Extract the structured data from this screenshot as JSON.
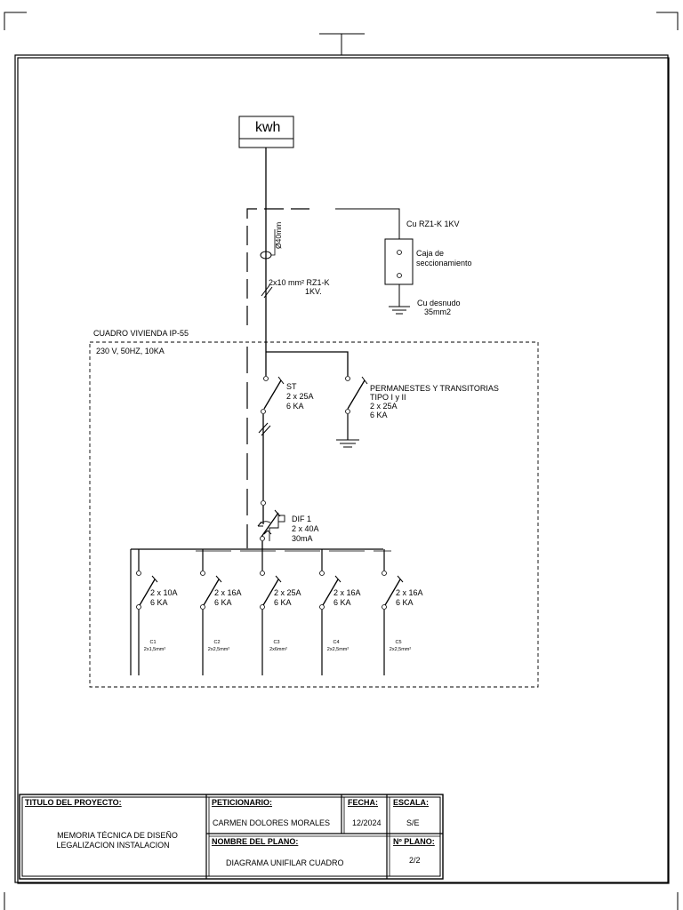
{
  "meter": {
    "label": "kwh"
  },
  "supply": {
    "conduit": "Ø40mm",
    "cable_line1": "2x10 mm²  RZ1-K",
    "cable_line2": "1KV."
  },
  "grounding": {
    "cable": "Cu RZ1-K 1KV",
    "box_line1": "Caja de",
    "box_line2": "seccionamiento",
    "earth_line1": "Cu  desnudo",
    "earth_line2": "35mm2"
  },
  "panel": {
    "title": "CUADRO VIVIENDA  IP-55",
    "spec": "230 V, 50HZ, 10KA"
  },
  "main_switch": {
    "name": "ST",
    "rating": "2 x 25A",
    "breaking": "6 KA"
  },
  "surge": {
    "line1": "PERMANESTES Y TRANSITORIAS",
    "line2": "TIPO I y II",
    "line3": "2 x 25A",
    "line4": "6 KA"
  },
  "differential": {
    "name": "DIF 1",
    "rating": "2 x 40A",
    "sensitivity": "30mA"
  },
  "circuits": [
    {
      "rating": "2 x 10A",
      "breaking": "6 KA",
      "id": "C1",
      "section": "2x1,5mm²"
    },
    {
      "rating": "2 x 16A",
      "breaking": "6 KA",
      "id": "C2",
      "section": "2x2,5mm²"
    },
    {
      "rating": "2 x 25A",
      "breaking": "6 KA",
      "id": "C3",
      "section": "2x6mm²"
    },
    {
      "rating": "2 x 16A",
      "breaking": "6 KA",
      "id": "C4",
      "section": "2x2,5mm²"
    },
    {
      "rating": "2 x 16A",
      "breaking": "6 KA",
      "id": "C5",
      "section": "2x2,5mm²"
    }
  ],
  "title_block": {
    "project_label": "TITULO DEL PROYECTO:",
    "project_line1": "MEMORIA TÉCNICA DE DISEÑO",
    "project_line2": "LEGALIZACION INSTALACION",
    "applicant_label": "PETICIONARIO:",
    "applicant_value": "CARMEN DOLORES MORALES",
    "date_label": "FECHA:",
    "date_value": "12/2024",
    "scale_label": "ESCALA:",
    "scale_value": "S/E",
    "plan_name_label": "NOMBRE DEL PLANO:",
    "plan_name_value": "DIAGRAMA UNIFILAR CUADRO",
    "plan_no_label": "Nº PLANO:",
    "plan_no_value": "2/2"
  }
}
